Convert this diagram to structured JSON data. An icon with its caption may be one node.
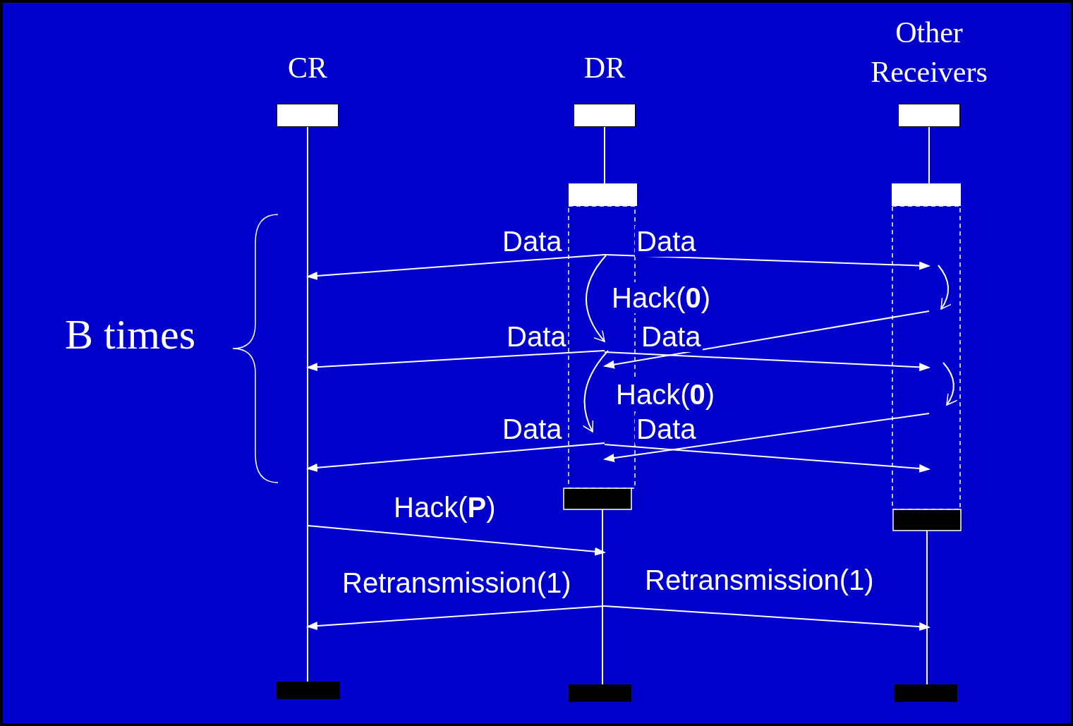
{
  "diagram": {
    "nodes": [
      {
        "text": [
          "CR"
        ]
      },
      {
        "text": [
          "DR"
        ]
      },
      {
        "text": [
          "Other Receivers"
        ]
      }
    ],
    "edges": [
      {
        "from": 1,
        "to": 0,
        "arrow": "to",
        "label": "Data"
      },
      {
        "from": 1,
        "to": 2,
        "arrow": "to",
        "label": "Data"
      },
      {
        "from": 1,
        "to": 1,
        "arrow": "to"
      },
      {
        "from": 2,
        "to": 2,
        "arrow": "to"
      },
      {
        "from": 2,
        "to": 1,
        "arrow": "to",
        "label": "Hack(**0**)"
      },
      {
        "from": 1,
        "to": 0,
        "arrow": "to",
        "label": "Data"
      },
      {
        "from": 1,
        "to": 2,
        "arrow": "to",
        "label": "Data"
      },
      {
        "from": 1,
        "to": 1,
        "arrow": "to"
      },
      {
        "from": 2,
        "to": 2,
        "arrow": "to"
      },
      {
        "from": 2,
        "to": 1,
        "arrow": "to",
        "label": "Hack(**0**)"
      },
      {
        "from": 1,
        "to": 0,
        "arrow": "to",
        "label": "Data"
      },
      {
        "from": 1,
        "to": 2,
        "arrow": "to",
        "label": "Data"
      },
      {
        "from": 0,
        "to": 1,
        "arrow": "to",
        "label": "Hack(**P**)"
      },
      {
        "from": 1,
        "to": 0,
        "arrow": "to",
        "label": "Retransmission(1)"
      },
      {
        "from": 1,
        "to": 2,
        "arrow": "to",
        "label": "Retransmission(1)"
      }
    ],
    "labels": [
      "B times"
    ]
  }
}
